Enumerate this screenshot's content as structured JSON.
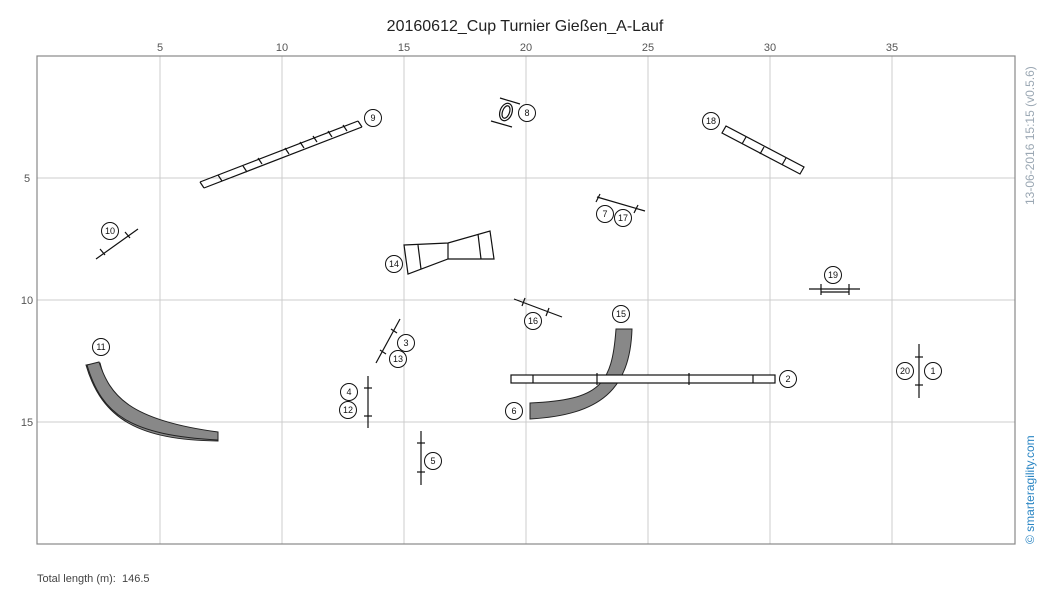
{
  "title": "20160612_Cup Turnier Gießen_A-Lauf",
  "version_stamp": "13-06-2016 15:15  (v0.5.6)",
  "brand": "© smarteragility.com",
  "footer": {
    "total_length_label": "Total length (m):",
    "total_length_value": "146.5"
  },
  "axes": {
    "x_ticks": [
      "5",
      "10",
      "15",
      "20",
      "25",
      "30",
      "35"
    ],
    "y_ticks": [
      "5",
      "10",
      "15"
    ]
  },
  "obstacles": [
    {
      "type": "jump",
      "numbers": [
        "1",
        "20"
      ]
    },
    {
      "type": "dogwalk",
      "numbers": [
        "2"
      ]
    },
    {
      "type": "jump",
      "numbers": [
        "3",
        "13"
      ]
    },
    {
      "type": "jump",
      "numbers": [
        "4",
        "12"
      ]
    },
    {
      "type": "jump",
      "numbers": [
        "5"
      ]
    },
    {
      "type": "tunnel",
      "numbers": [
        "6",
        "15"
      ]
    },
    {
      "type": "jump",
      "numbers": [
        "7",
        "17"
      ]
    },
    {
      "type": "tire",
      "numbers": [
        "8"
      ]
    },
    {
      "type": "weave-poles",
      "numbers": [
        "9"
      ]
    },
    {
      "type": "jump",
      "numbers": [
        "10"
      ]
    },
    {
      "type": "tunnel",
      "numbers": [
        "11"
      ]
    },
    {
      "type": "a-frame",
      "numbers": [
        "14"
      ]
    },
    {
      "type": "jump",
      "numbers": [
        "16"
      ]
    },
    {
      "type": "seesaw",
      "numbers": [
        "18"
      ]
    },
    {
      "type": "jump",
      "numbers": [
        "19"
      ]
    }
  ],
  "colors": {
    "grid": "#cccccc",
    "border": "#888888",
    "tunnel_fill": "#888888",
    "brand": "#2b86c4",
    "stamp": "#9aa7b3"
  }
}
